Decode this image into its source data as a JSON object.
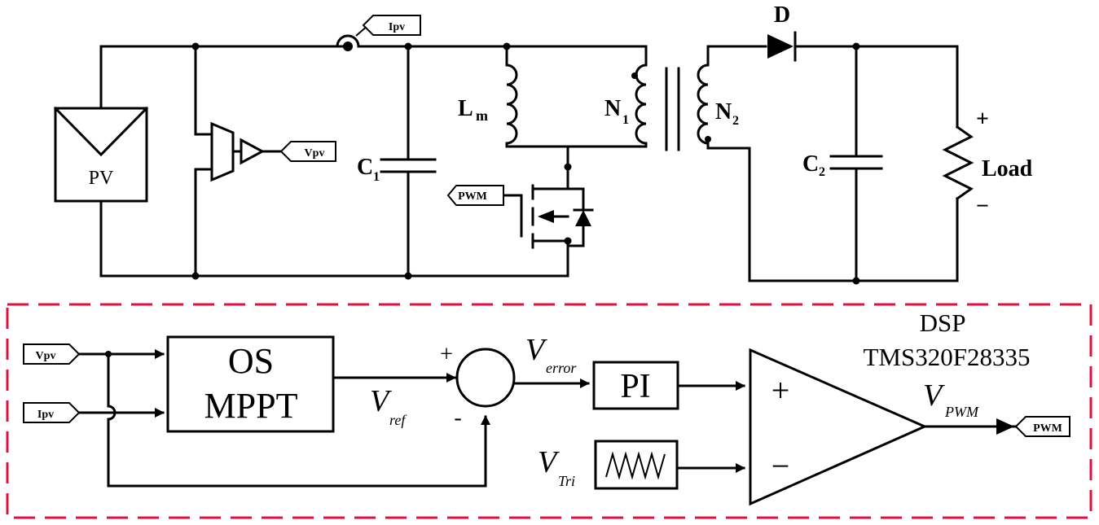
{
  "circuit": {
    "pv_label": "PV",
    "ipv_tag": "Ipv",
    "vpv_tag": "Vpv",
    "c1_label": "C",
    "c1_sub": "1",
    "lm_label": "L",
    "lm_sub": "m",
    "n1_label": "N",
    "n1_sub": "1",
    "n2_label": "N",
    "n2_sub": "2",
    "d_label": "D",
    "c2_label": "C",
    "c2_sub": "2",
    "load_label": "Load",
    "plus": "+",
    "minus": "−",
    "pwm_tag": "PWM"
  },
  "controller": {
    "dsp_line1": "DSP",
    "dsp_line2": "TMS320F28335",
    "vpv_in": "Vpv",
    "ipv_in": "Ipv",
    "mppt_line1": "OS",
    "mppt_line2": "MPPT",
    "vref_main": "V",
    "vref_sub": "ref",
    "sum_plus": "+",
    "sum_minus": "-",
    "verror_main": "V",
    "verror_sub": "error",
    "pi_label": "PI",
    "vtri_main": "V",
    "vtri_sub": "Tri",
    "comp_plus": "+",
    "comp_minus": "−",
    "vpwm_main": "V",
    "vpwm_sub": "PWM",
    "pwm_out": "PWM"
  },
  "colors": {
    "wire": "#000000",
    "dsp_border": "#e0103c"
  }
}
